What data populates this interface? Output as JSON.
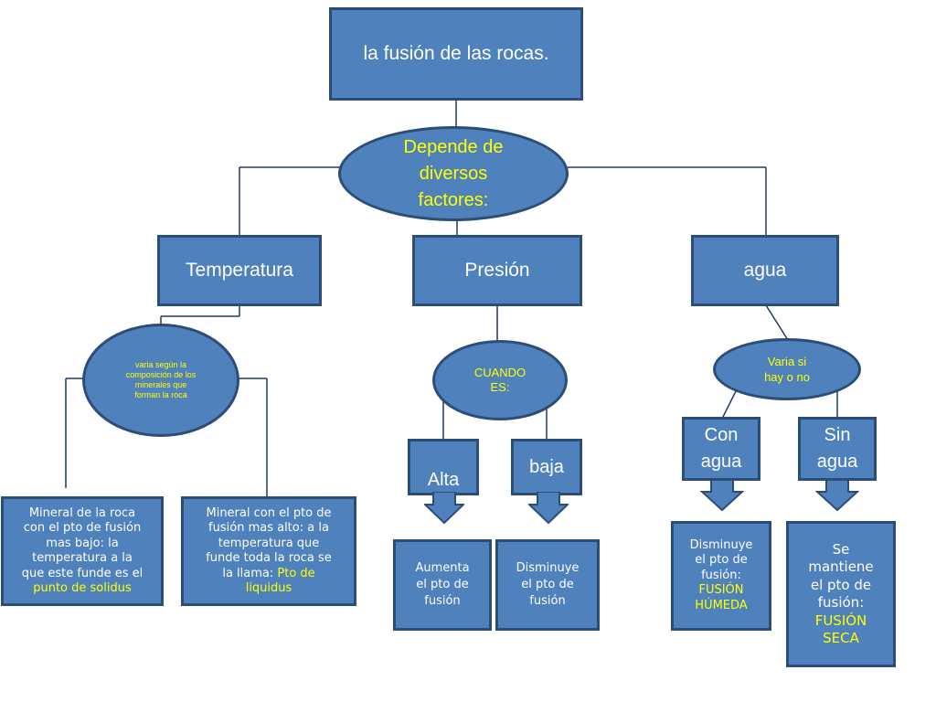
{
  "title": "la fusión de las rocas.",
  "center_oval": [
    "Depende de",
    "diversos",
    "factores:"
  ],
  "factors": {
    "temperatura": "Temperatura",
    "presion": "Presión",
    "agua": "agua"
  },
  "temperatura_oval": [
    "varia según la",
    "composición de los",
    "minerales que",
    "forman la roca"
  ],
  "solidus_box": {
    "lines": [
      "Mineral de la  roca",
      "con el pto de fusión",
      "mas bajo: la",
      "temperatura a la",
      "que este funde es el"
    ],
    "highlight": "punto de solidus"
  },
  "liquidus_box": {
    "lines": [
      "Mineral con el pto de",
      "fusión mas alto: a la",
      "temperatura que",
      "funde toda la roca se"
    ],
    "lead": "la llama:",
    "highlight_1": "Pto de",
    "highlight_2": "liquidus"
  },
  "presion_oval": [
    "CUANDO",
    "ES:"
  ],
  "alta": "Alta",
  "baja": "baja",
  "alta_result": [
    "Aumenta",
    "el pto de",
    "fusión"
  ],
  "baja_result": [
    "Disminuye",
    "el pto de",
    "fusión"
  ],
  "agua_oval": [
    "Varia si",
    "hay o no"
  ],
  "con_agua": [
    "Con",
    "agua"
  ],
  "sin_agua": [
    "Sin",
    "agua"
  ],
  "con_agua_result": {
    "lines": [
      "Disminuye",
      "el pto de",
      "fusión:"
    ],
    "highlight": [
      "FUSIÓN",
      "HÚMEDA"
    ]
  },
  "sin_agua_result": {
    "lines": [
      "Se",
      "mantiene",
      "el pto de",
      "fusión:"
    ],
    "highlight": [
      "FUSIÓN",
      "SECA"
    ]
  },
  "colors": {
    "box_fill": "#4f81bd",
    "box_border": "#2c4d75",
    "highlight_text": "#ffff00",
    "connector": "#1f3864"
  }
}
